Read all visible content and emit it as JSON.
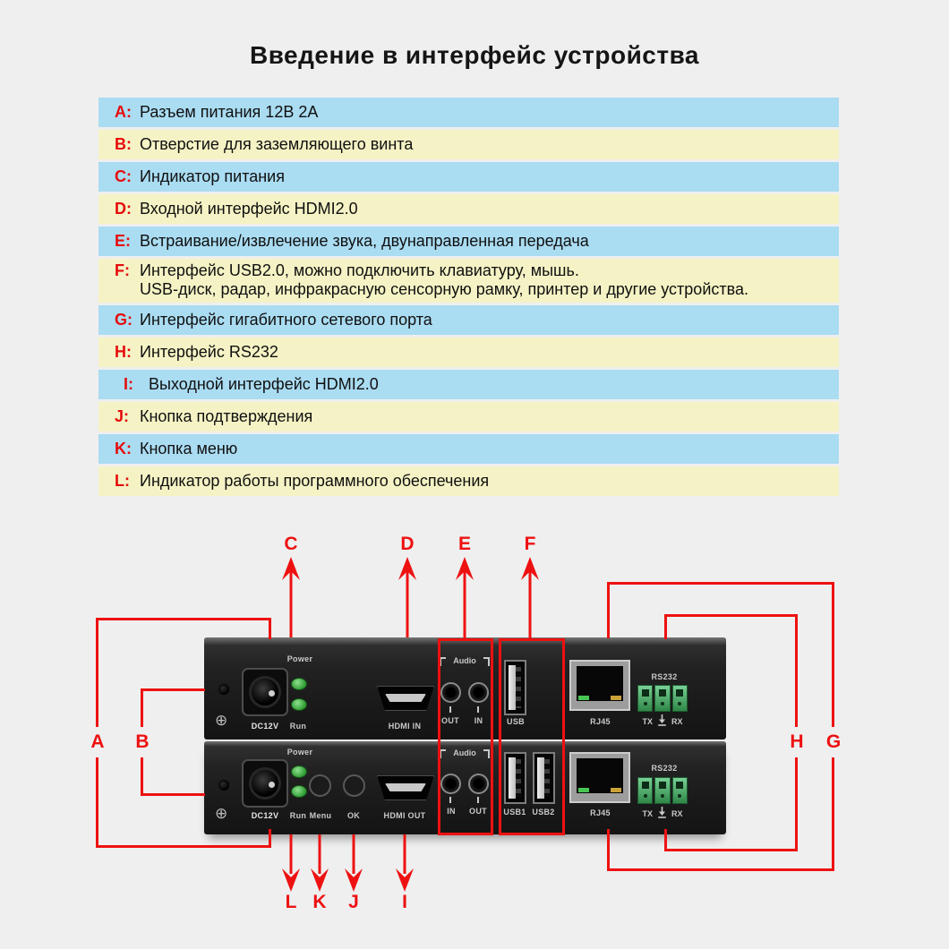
{
  "title": "Введение в интерфейс устройства",
  "legend": [
    {
      "key": "A:",
      "text": "Разъем питания 12В 2А"
    },
    {
      "key": "B:",
      "text": "Отверстие для заземляющего винта"
    },
    {
      "key": "C:",
      "text": "Индикатор питания"
    },
    {
      "key": "D:",
      "text": "Входной интерфейс HDMI2.0"
    },
    {
      "key": "E:",
      "text": "Встраивание/извлечение звука, двунаправленная передача"
    },
    {
      "key": "F:",
      "text": "Интерфейс USB2.0, можно подключить клавиатуру, мышь.",
      "text2": "USB-диск, радар, инфракрасную сенсорную рамку, принтер и другие устройства."
    },
    {
      "key": "G:",
      "text": "Интерфейс гигабитного сетевого порта"
    },
    {
      "key": "H:",
      "text": "Интерфейс RS232"
    },
    {
      "key": "I:",
      "text": "Выходной интерфейс HDMI2.0"
    },
    {
      "key": "J:",
      "text": "Кнопка подтверждения"
    },
    {
      "key": "K:",
      "text": "Кнопка меню"
    },
    {
      "key": "L:",
      "text": "Индикатор работы программного обеспечения"
    }
  ],
  "callouts": {
    "a": "A",
    "b": "B",
    "c": "C",
    "d": "D",
    "e": "E",
    "f": "F",
    "g": "G",
    "h": "H",
    "i": "I",
    "j": "J",
    "k": "K",
    "l": "L"
  },
  "device_top": {
    "power": "Power",
    "run": "Run",
    "dc": "DC12V",
    "hdmi": "HDMI IN",
    "audio": "Audio",
    "jack_left": "OUT",
    "jack_right": "IN",
    "usb": "USB",
    "rj45": "RJ45",
    "rs232": "RS232",
    "tx": "TX",
    "rx": "RX"
  },
  "device_bottom": {
    "power": "Power",
    "run": "Run",
    "dc": "DC12V",
    "menu": "Menu",
    "ok": "OK",
    "hdmi": "HDMI OUT",
    "audio": "Audio",
    "jack_left": "IN",
    "jack_right": "OUT",
    "usb1": "USB1",
    "usb2": "USB2",
    "rj45": "RJ45",
    "rs232": "RS232",
    "tx": "TX",
    "rx": "RX"
  },
  "icons": {
    "ground_screw": "⊕"
  },
  "colors": {
    "background": "#efefef",
    "accent_red": "#ee1111",
    "row_blue": "#aadcf2",
    "row_yellow": "#f5f3c5",
    "device_black": "#1d1d1d",
    "led_green": "#3aa63e",
    "rs232_green": "#3f9e55"
  }
}
